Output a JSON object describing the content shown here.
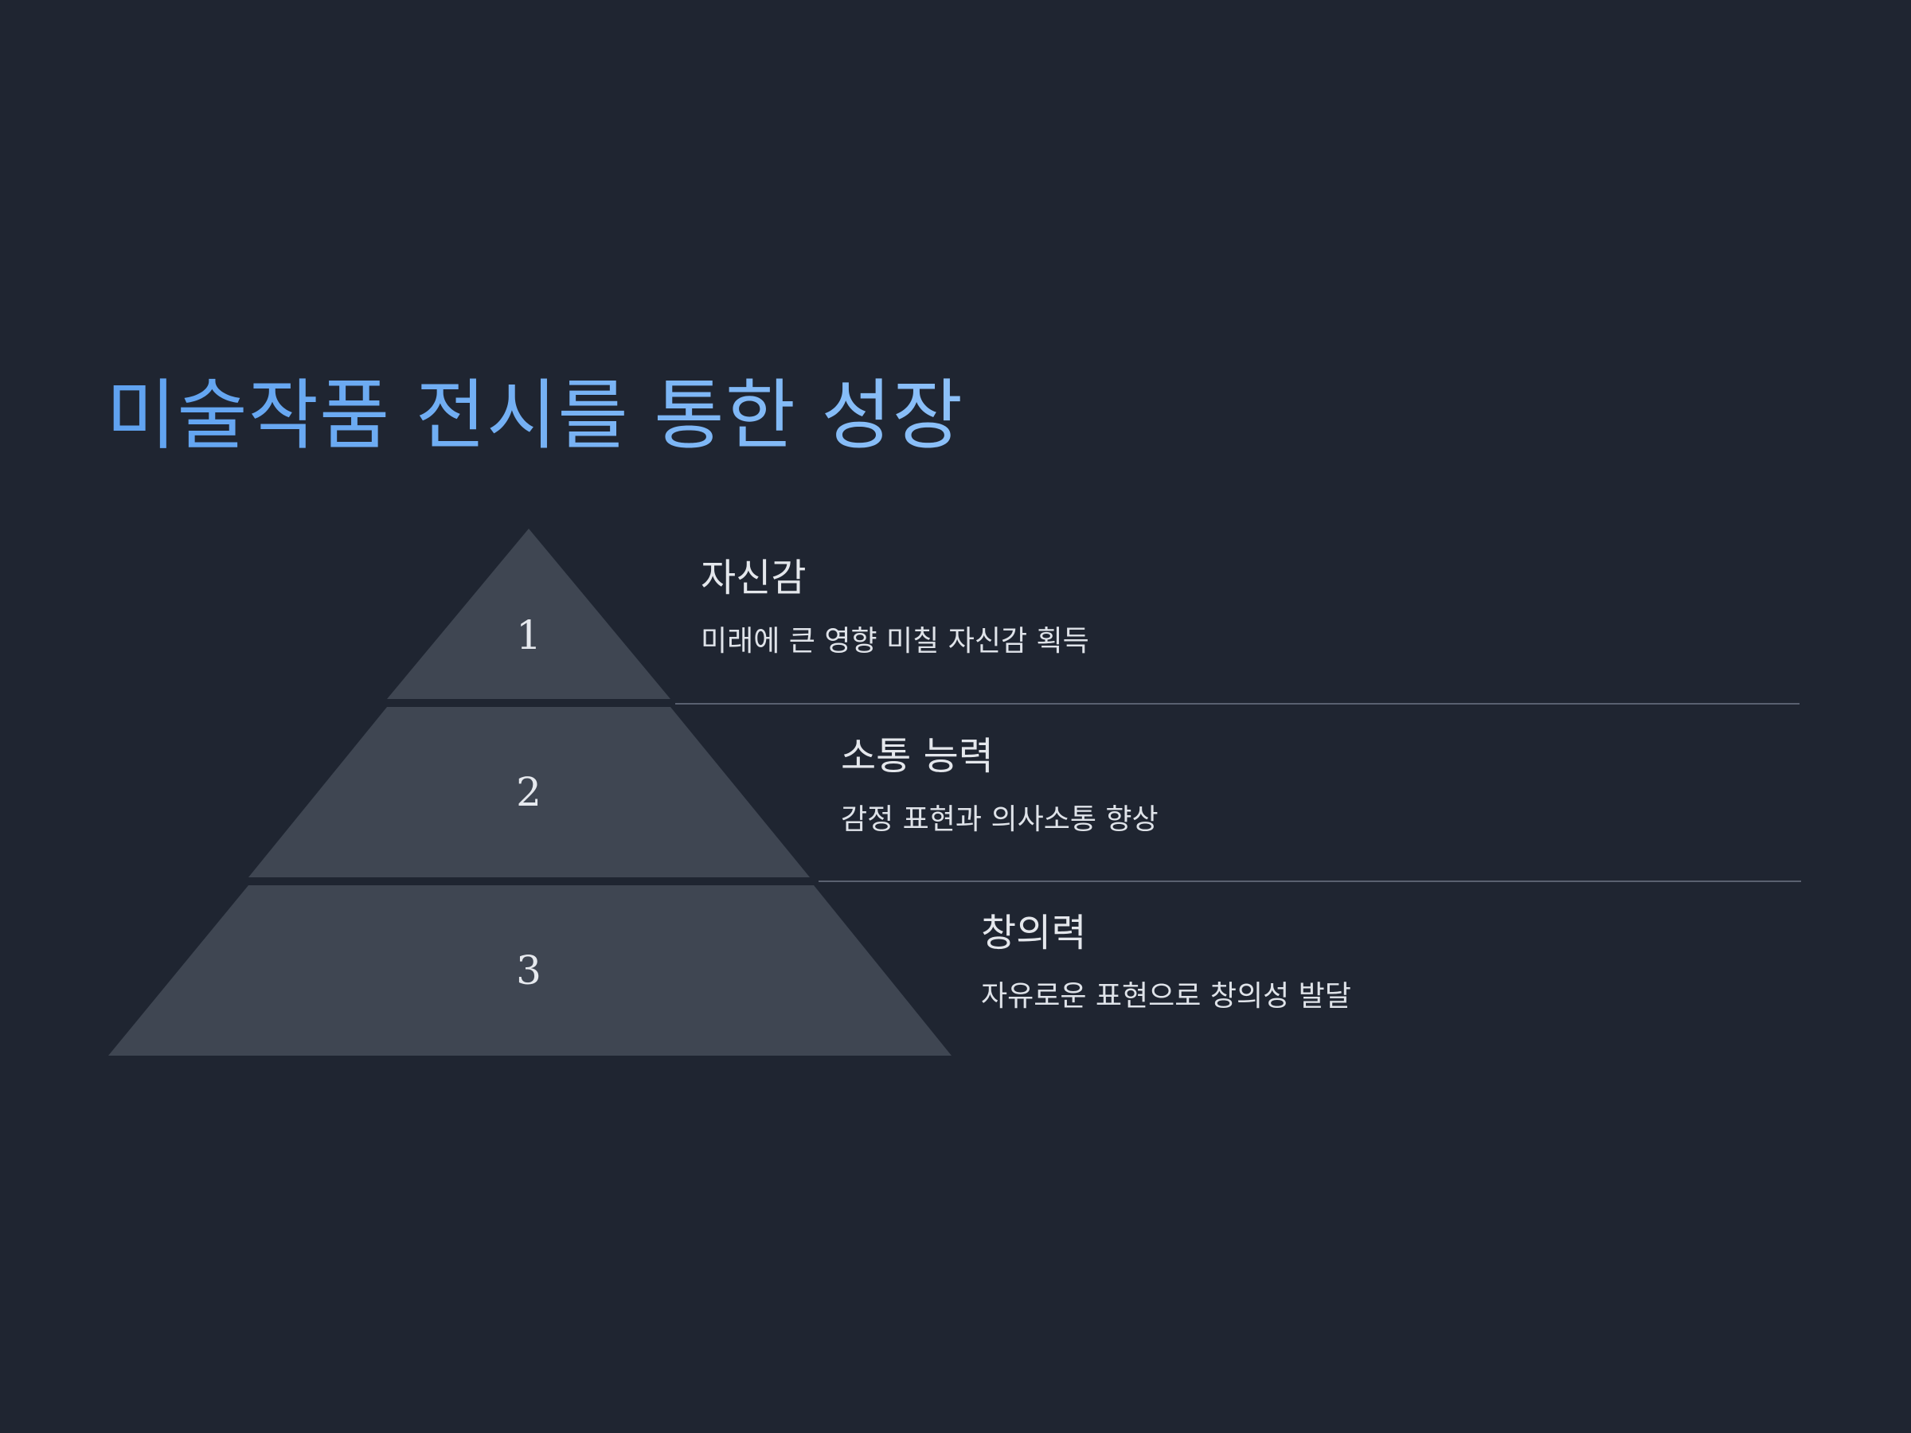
{
  "title": "미술작품 전시를 통한 성장",
  "colors": {
    "background": "#1f2531",
    "layer_fill": "#3f4652",
    "title_start": "#5fa2f0",
    "title_end": "#8cc0f8",
    "divider": "#5a6170"
  },
  "levels": [
    {
      "number": "1",
      "heading": "자신감",
      "description": "미래에 큰 영향 미칠 자신감 획득"
    },
    {
      "number": "2",
      "heading": "소통 능력",
      "description": "감정 표현과 의사소통 향상"
    },
    {
      "number": "3",
      "heading": "창의력",
      "description": "자유로운 표현으로 창의성 발달"
    }
  ]
}
